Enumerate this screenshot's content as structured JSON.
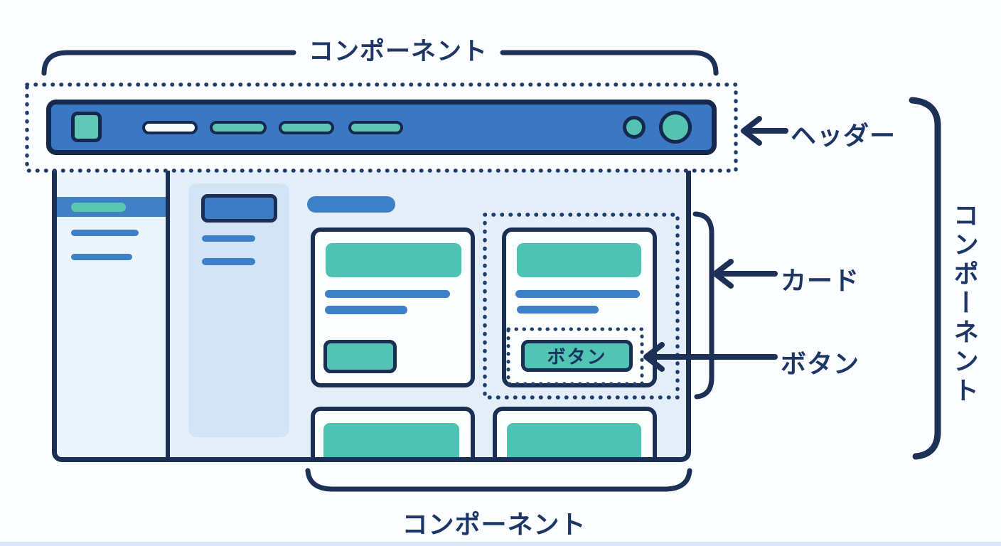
{
  "diagram": {
    "annotations": {
      "top_component_label": "コンポーネント",
      "header_label": "ヘッダー",
      "right_component_label": "コンポーネント",
      "card_label": "カード",
      "button_label": "ボタン",
      "bottom_component_label": "コンポーネント"
    },
    "mock_window": {
      "button_text": "ボタン"
    },
    "colors": {
      "annotation_navy": "#1c3765",
      "stroke_navy": "#1d3157",
      "dotted_navy": "#1e3e6e",
      "window_border": "#1b2f55",
      "header_blue": "#3b77c2",
      "accent_blue": "#3d80c8",
      "teal": "#54c4b4",
      "sidebar_bg": "#ebf3fb",
      "content_bg": "#e3eef9",
      "subpanel_bg": "#d2e4f5",
      "page_bg": "#fcfdfe"
    }
  }
}
